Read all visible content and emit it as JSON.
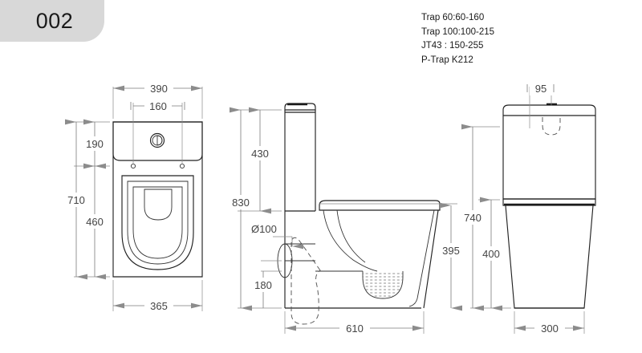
{
  "sheet": {
    "tab_label": "002",
    "background_color": "#ffffff",
    "tab_color": "#d8d8d8",
    "line_color": "#222222",
    "dim_color": "#7a7a7a"
  },
  "notes": {
    "lines": [
      "Trap 60:60-160",
      "Trap 100:100-215",
      "JT43  : 150-255",
      "P-Trap K212"
    ]
  },
  "views": {
    "top": {
      "name": "top-view",
      "dimensions": {
        "overall_width": "390",
        "button_offset": "160",
        "overall_depth": "710",
        "cistern_depth": "190",
        "bowl_depth": "460",
        "base_width": "365"
      }
    },
    "side": {
      "name": "side-section-view",
      "dimensions": {
        "overall_height": "830",
        "cistern_height": "430",
        "outlet_diameter": "Ø100",
        "outlet_height": "180",
        "bowl_height": "395",
        "overall_length": "610"
      }
    },
    "front": {
      "name": "front-view",
      "dimensions": {
        "button_offset": "95",
        "overall_height": "740",
        "bowl_height": "400",
        "overall_width": "300"
      }
    }
  }
}
